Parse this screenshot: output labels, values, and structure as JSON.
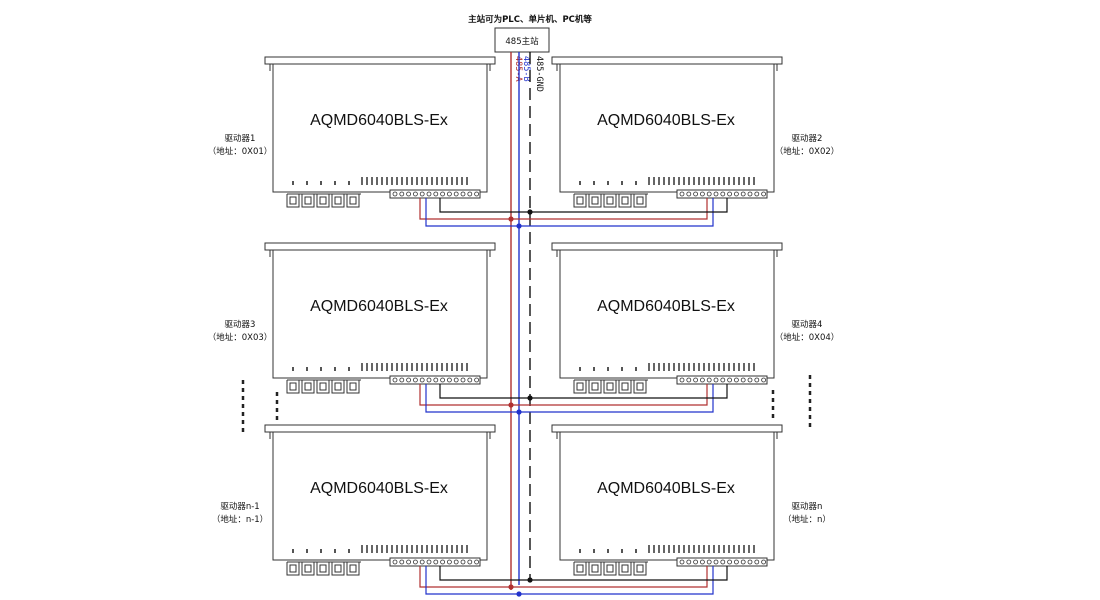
{
  "master": {
    "caption": "主站可为PLC、单片机、PC机等",
    "box_label": "485主站"
  },
  "bus": {
    "a_label": "485-A",
    "b_label": "485-B",
    "gnd_label": "485-GND"
  },
  "colors": {
    "a_wire": "#b03030",
    "b_wire": "#2233cc",
    "gnd_wire": "#111111",
    "stroke": "#333333"
  },
  "drivers": [
    {
      "model": "AQMD6040BLS-Ex",
      "name": "驱动器1",
      "address": "（地址：0X01）"
    },
    {
      "model": "AQMD6040BLS-Ex",
      "name": "驱动器2",
      "address": "（地址：0X02）"
    },
    {
      "model": "AQMD6040BLS-Ex",
      "name": "驱动器3",
      "address": "（地址：0X03）"
    },
    {
      "model": "AQMD6040BLS-Ex",
      "name": "驱动器4",
      "address": "（地址：0X04）"
    },
    {
      "model": "AQMD6040BLS-Ex",
      "name": "驱动器n-1",
      "address": "（地址：n-1）"
    },
    {
      "model": "AQMD6040BLS-Ex",
      "name": "驱动器n",
      "address": "（地址：n）"
    }
  ],
  "ellipsis": [
    "left-dots",
    "right-dots"
  ]
}
